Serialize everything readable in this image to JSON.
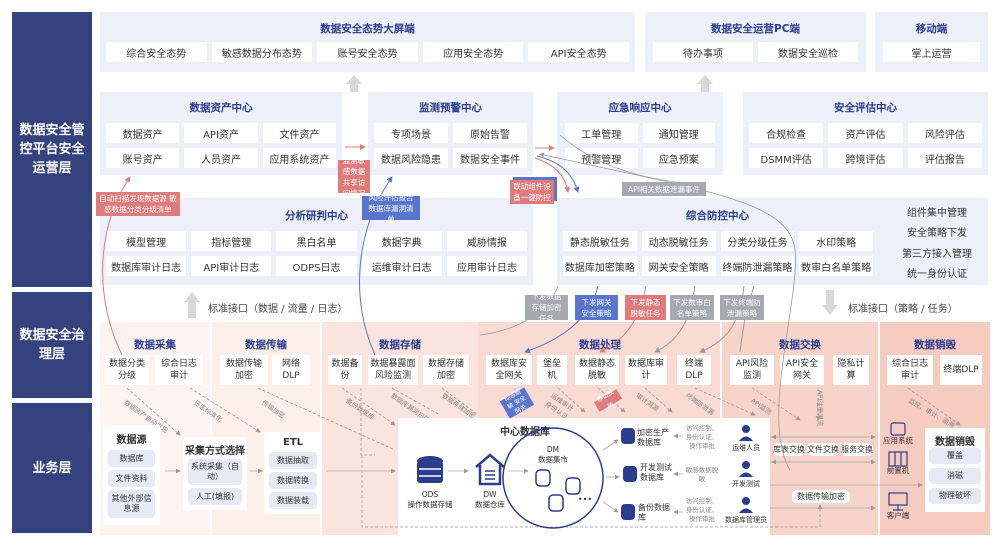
{
  "layers": {
    "ops": "数据安全管控平台安全运营层",
    "governance": "数据安全治理层",
    "business": "业务层"
  },
  "top": {
    "big_screen": {
      "title": "数据安全态势大屏端",
      "items": [
        "综合安全态势",
        "敏感数据分布态势",
        "账号安全态势",
        "应用安全态势",
        "API安全态势"
      ]
    },
    "pc": {
      "title": "数据安全运营PC端",
      "items": [
        "待办事项",
        "数据安全巡检"
      ]
    },
    "mobile": {
      "title": "移动端",
      "items": [
        "掌上运营"
      ]
    }
  },
  "centers": {
    "asset": {
      "title": "数据资产中心",
      "items": [
        "数据资产",
        "API资产",
        "文件资产",
        "账号资产",
        "人员资产",
        "应用系统资产"
      ]
    },
    "monitor": {
      "title": "监测预警中心",
      "items": [
        "专项场景",
        "原始告警",
        "数据风险隐患",
        "数据安全事件"
      ]
    },
    "emergency": {
      "title": "应急响应中心",
      "items": [
        "工单管理",
        "通知管理",
        "预警管理",
        "应急预案"
      ]
    },
    "assessment": {
      "title": "安全评估中心",
      "items": [
        "合规检查",
        "资产评估",
        "风险评估",
        "DSMM评估",
        "跨境评估",
        "评估报告"
      ]
    },
    "analysis": {
      "title": "分析研判中心",
      "items": [
        "模型管理",
        "指标管理",
        "黑白名单",
        "数据字典",
        "威胁情报",
        "数据库审计日志",
        "API审计日志",
        "ODPS日志",
        "运维审计日志",
        "应用审计日志"
      ]
    },
    "defense": {
      "title": "综合防控中心",
      "items": [
        "静态脱敏任务",
        "动态脱敏任务",
        "分类分级任务",
        "水印策略",
        "数据库加密策略",
        "网关安全策略",
        "终端防泄漏策略",
        "数审白名单策略"
      ],
      "side": [
        "组件集中管理",
        "安全策略下发",
        "第三方接入管理",
        "统一身份认证"
      ]
    }
  },
  "tags": {
    "auto_scan": "自动扫描发现数据源 敏感数据分类分级清单",
    "share_monitor": "监测敏感数据共享访问情况",
    "risk_report": "风险评估报告 数据库漏洞清单",
    "linkage": "联动组件设备一键防控",
    "api_leak": "API相关数据泄漏事件",
    "p1": "下发数据存储加密任务",
    "p2": "下发网关安全策略",
    "p3": "下发静态脱敏任务",
    "p4": "下发数审白名单策略",
    "p5": "下发终端防泄漏策略",
    "dynamic_mask": "动态脱敏 安全网关",
    "static_mask": "静态脱敏"
  },
  "interfaces": {
    "up": "标准接口（数据 / 流量 / 日志）",
    "down": "标准接口（策略 / 任务）"
  },
  "governance": {
    "collect": {
      "title": "数据采集",
      "items": [
        "数据分类分级",
        "综合日志审计"
      ]
    },
    "transfer": {
      "title": "数据传输",
      "items": [
        "数据传输加密",
        "网络DLP"
      ]
    },
    "storage": {
      "title": "数据存储",
      "items": [
        "数据备份",
        "数据暴露面风险监测",
        "数据存储加密"
      ]
    },
    "process": {
      "title": "数据处理",
      "items": [
        "数据库安全网关",
        "堡垒机",
        "数据静态脱敏",
        "数据库审计",
        "终端DLP"
      ]
    },
    "exchange": {
      "title": "数据交换",
      "items": [
        "API风险监测",
        "API安全网关",
        "隐私计算"
      ]
    },
    "destroy": {
      "title": "数据销毁",
      "items": [
        "综合日志审计",
        "终端DLP"
      ]
    }
  },
  "flow_labels": [
    "数据资产自动发现",
    "日志标准化",
    "传输加密",
    "备份数据库",
    "数据库漏洞扫描",
    "数据存储加密",
    "运维审计 身份认证",
    "审计溯源",
    "终端防泄漏",
    "API监测",
    "API注册限流",
    "监控、审计、追溯"
  ],
  "business": {
    "source": {
      "title": "数据源",
      "items": [
        "数据库",
        "文件资料",
        "其他外部信息源"
      ]
    },
    "method": {
      "title": "采集方式选择",
      "items": [
        "系统采集（自动）",
        "人工(填报)"
      ]
    },
    "etl": {
      "title": "ETL",
      "items": [
        "数据抽取",
        "数据转换",
        "数据装载"
      ]
    },
    "center_db": {
      "title": "中心数据库",
      "ods": [
        "ODS",
        "操作数据存储"
      ],
      "dw": [
        "DW",
        "数据仓库"
      ],
      "dm": [
        "DM",
        "数据集市"
      ],
      "more": "•••",
      "targets": [
        "加密生产数据库",
        "开发测试数据库",
        "备份数据库"
      ],
      "controls": [
        "访问控制、身份认证、操作审批",
        "敏感数据脱敏",
        "访问控制、身份认证、操作审批"
      ]
    },
    "users": [
      "运维人员",
      "开发测试",
      "数据库管理员"
    ],
    "exchange_modes": [
      "库表交换",
      "文件交换",
      "服务交换"
    ],
    "transfer_encrypt": "数据传输加密",
    "systems": [
      "应用系统",
      "前置机",
      "客户端"
    ],
    "destroy": {
      "title": "数据销毁",
      "items": [
        "覆盖",
        "消磁",
        "物理破坏"
      ]
    }
  },
  "colors": {
    "navy": "#34427e",
    "title": "#2b3d8f",
    "panel": "#edf0f8",
    "red": "#e07b7b",
    "blue": "#5a76cc",
    "gray": "#a6a9b0"
  }
}
